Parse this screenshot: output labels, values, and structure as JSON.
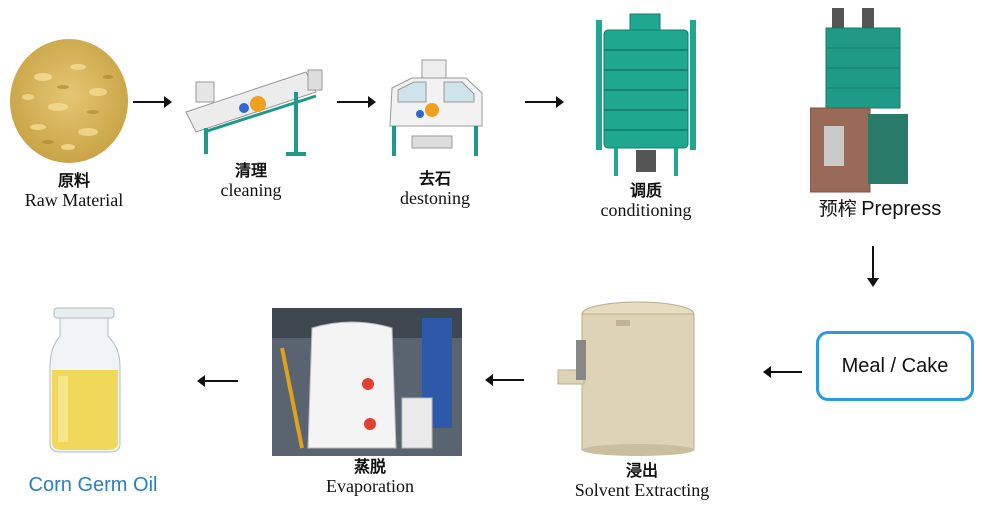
{
  "steps": [
    {
      "zh": "原料",
      "en": "Raw Material"
    },
    {
      "zh": "清理",
      "en": "cleaning"
    },
    {
      "zh": "去石",
      "en": "destoning"
    },
    {
      "zh": "调质",
      "en": "conditioning"
    },
    {
      "zh": "预榨",
      "en": "Prepress"
    },
    {
      "zh": "",
      "en": "Meal / Cake"
    },
    {
      "zh": "浸出",
      "en": "Solvent Extracting"
    },
    {
      "zh": "蒸脱",
      "en": "Evaporation"
    },
    {
      "zh": "",
      "en": "Corn Germ Oil"
    }
  ],
  "colors": {
    "box_border": "#2b9ae0",
    "oil_label": "#2b7fc0",
    "machine_green": "#1fa88f",
    "machine_white": "#f2f2f2",
    "tank_beige": "#ddd3b5",
    "oil_yellow": "#f0d85a"
  }
}
